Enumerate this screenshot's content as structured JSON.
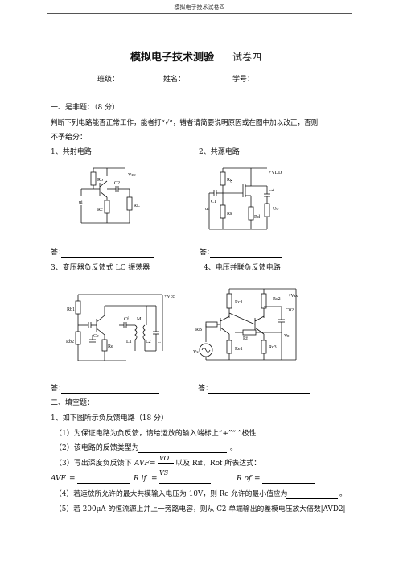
{
  "header": "模拟电子技术试卷四",
  "title": "模拟电子技术测验",
  "title_suffix": "试卷四",
  "info": {
    "class": "班级：",
    "name": "姓名：",
    "number": "学号："
  },
  "section1": {
    "heading": "一、是非题：（8 分）",
    "instruction_line1": "判断下列电路能否正常工作，能者打“√”，错者请简要说明原因或在图中加以改正，否则",
    "instruction_line2": "不予给分：",
    "q1": "1、共射电路",
    "q2": "2、共源电路",
    "q3": "3、变压器负反馈式 LC 振荡器",
    "q4": "4、电压并联负反馈电路",
    "answer_label": "答："
  },
  "circuit1": {
    "Rb": "Rb",
    "Rc": "Rc",
    "RL": "RL",
    "C2": "C2",
    "Vcc": "Vcc",
    "ui": "ui"
  },
  "circuit2": {
    "Rg": "Rg",
    "Rs": "Rs",
    "Rd": "Rd",
    "C1": "C1",
    "C2": "C2",
    "Vdd": "+VDD",
    "ui": "ui",
    "uo": "Uo"
  },
  "circuit3": {
    "Rb1": "Rb1",
    "Rb2": "Rb2",
    "Re": "Re",
    "Ce": "Ce",
    "Cf": "Cf",
    "M": "M",
    "L1": "L1",
    "L2": "L2",
    "C": "C",
    "Vcc": "+Vcc"
  },
  "circuit4": {
    "Rc1": "Rc1",
    "Rc2": "Rc2",
    "RB": "RB",
    "Rf": "Rf",
    "Re1": "Re1",
    "Rc3": "Rc3",
    "Ci": "C02",
    "Vcc": "+Vcc",
    "Vo": "Vo",
    "Vs": "Vs"
  },
  "section2": {
    "heading": "二、填空题：",
    "q1": "1、如下图所示负反馈电路（18 分）",
    "p1": "（1）为保证电路为负反馈，请给运放的输入端标上“+”“ ”极性",
    "p2": "（2）该电路的反馈类型为",
    "p3_a": "（3）写出深度负反馈下",
    "p3_b": "以及 Rif、Rof 所表达式：",
    "p3_avf": "AVF",
    "p3_vo": "VO",
    "p3_vs": "VS",
    "p3_rif": "R if",
    "p3_rof": "R of",
    "p4": "（4）若运放所允许的最大共模输入电压为 10V，则 Rc 允许的最小值应为",
    "p5": "（5）若 200μA 的恒流源上并上一旁路电容，则从 C2 单端输出的差模电压放大倍数|AVD2|"
  }
}
